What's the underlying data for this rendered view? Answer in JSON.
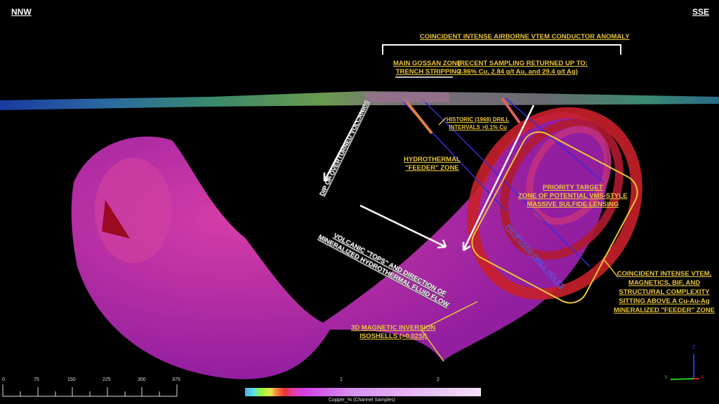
{
  "view": {
    "left_direction": "NNW",
    "right_direction": "SSE"
  },
  "annotations": {
    "vtem_anomaly": "COINCIDENT INTENSE AIRBORNE VTEM CONDUCTOR ANOMALY",
    "gossan_line1": "MAIN GOSSAN ZONE",
    "gossan_line2": "TRENCH STRIPPING",
    "sampling_line1": "(RECENT SAMPLING RETURNED UP TO:",
    "sampling_line2": "2.86% Cu, 2.84 g/t Au, and 29.4 g/t Ag)",
    "historic_line1": "HISTORIC (1968) DRILL",
    "historic_line2": "INTERVALS >0.1% Cu",
    "dip": "DIP OF OVERTURNED VOLCANICS",
    "feeder_line1": "HYDROTHERMAL",
    "feeder_line2": "\"FEEDER\" ZONE",
    "tops_line1": "VOLCANIC \"TOPS\" AND DIRECTION OF",
    "tops_line2": "MINERALIZED HYDROTHERMAL FLUID FLOW",
    "priority_line1": "PRIORITY TARGET",
    "priority_line2": "ZONE OF POTENTIAL VMS-STYLE",
    "priority_line3": "MASSIVE SULFIDE LENSING",
    "drill_holes": "PROPOSED DRILL HOLES",
    "coincident_line1": "COINCIDENT INTENSE VTEM,",
    "coincident_line2": "MAGNETICS, BIF, AND",
    "coincident_line3": "STRUCTURAL COMPLEXITY",
    "coincident_line4": "SITTING ABOVE A Cu-Au-Ag",
    "coincident_line5": "MINERALIZED \"FEEDER\" ZONE",
    "mag_line1": "3D MAGNETIC INVERSION",
    "mag_line2": "ISOSHELLS (>0.02SI)"
  },
  "scale_bar": {
    "ticks": [
      "0",
      "75",
      "150",
      "225",
      "300",
      "375"
    ]
  },
  "legend": {
    "title": "Copper_% (Channel Samples)",
    "ticks": [
      "1",
      "2"
    ]
  },
  "axes": {
    "z": "Z",
    "y": "Y",
    "x": "X"
  },
  "colors": {
    "annotation": "#e8c53a",
    "magnetic_shell": "#a02aa8",
    "vtem_shell": "#c8202a",
    "drill_hole": "#3a2ad8"
  }
}
